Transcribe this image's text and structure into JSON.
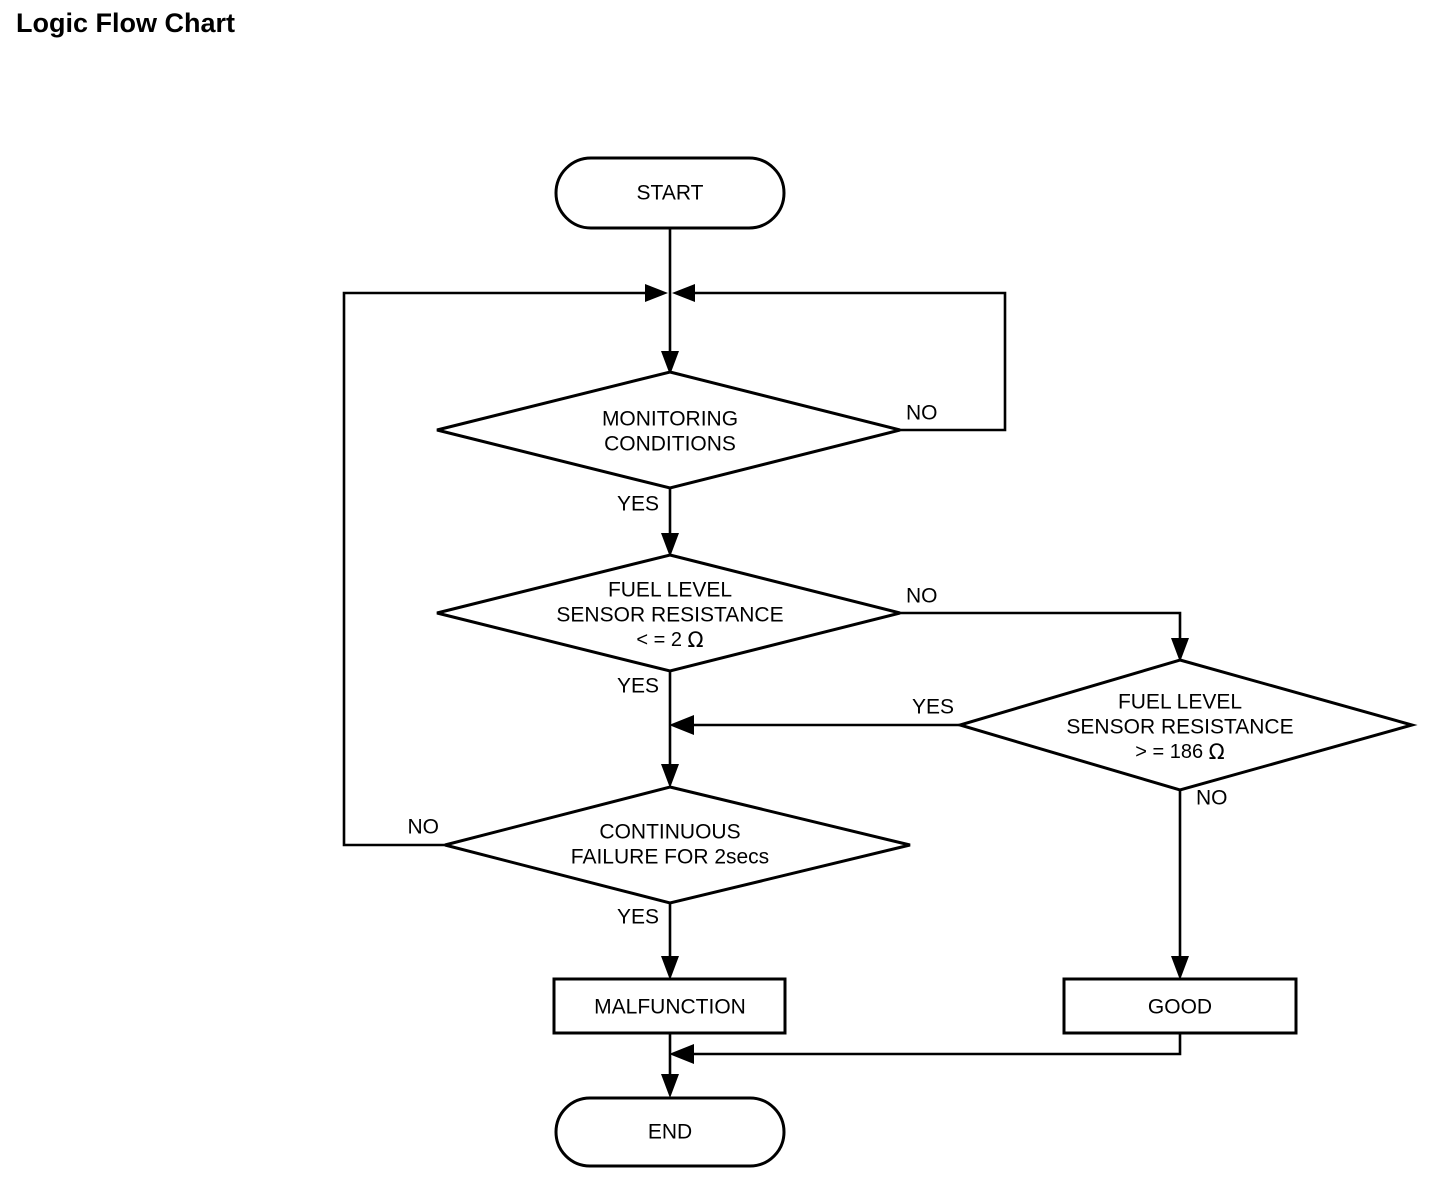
{
  "page": {
    "title": "Logic Flow Chart",
    "background_color": "#ffffff",
    "line_color": "#000000"
  },
  "nodes": {
    "start": {
      "label": "START",
      "shape": "terminator"
    },
    "monitoring": {
      "line1": "MONITORING",
      "line2": "CONDITIONS",
      "shape": "decision"
    },
    "resistance_low": {
      "line1": "FUEL LEVEL",
      "line2": "SENSOR RESISTANCE",
      "line3": "< = 2 ",
      "unit": "Ω",
      "shape": "decision"
    },
    "resistance_high": {
      "line1": "FUEL LEVEL",
      "line2": "SENSOR RESISTANCE",
      "line3": "> = 186 ",
      "unit": "Ω",
      "shape": "decision"
    },
    "continuous_failure": {
      "line1": "CONTINUOUS",
      "line2": "FAILURE FOR 2secs",
      "shape": "decision"
    },
    "malfunction": {
      "label": "MALFUNCTION",
      "shape": "process"
    },
    "good": {
      "label": "GOOD",
      "shape": "process"
    },
    "end": {
      "label": "END",
      "shape": "terminator"
    }
  },
  "edge_labels": {
    "monitoring_no": "NO",
    "monitoring_yes": "YES",
    "resistance_low_no": "NO",
    "resistance_low_yes": "YES",
    "resistance_high_yes": "YES",
    "resistance_high_no": "NO",
    "continuous_failure_no": "NO",
    "continuous_failure_yes": "YES"
  },
  "chart_data": {
    "type": "flowchart",
    "title": "Logic Flow Chart",
    "nodes": [
      {
        "id": "start",
        "type": "terminator",
        "text": "START"
      },
      {
        "id": "monitoring",
        "type": "decision",
        "text": "MONITORING CONDITIONS"
      },
      {
        "id": "resistance_low",
        "type": "decision",
        "text": "FUEL LEVEL SENSOR RESISTANCE < = 2 Ω"
      },
      {
        "id": "resistance_high",
        "type": "decision",
        "text": "FUEL LEVEL SENSOR RESISTANCE > = 186 Ω"
      },
      {
        "id": "continuous_failure",
        "type": "decision",
        "text": "CONTINUOUS FAILURE FOR 2secs"
      },
      {
        "id": "malfunction",
        "type": "process",
        "text": "MALFUNCTION"
      },
      {
        "id": "good",
        "type": "process",
        "text": "GOOD"
      },
      {
        "id": "end",
        "type": "terminator",
        "text": "END"
      }
    ],
    "edges": [
      {
        "from": "start",
        "to": "monitoring",
        "label": ""
      },
      {
        "from": "monitoring",
        "to": "monitoring",
        "label": "NO"
      },
      {
        "from": "monitoring",
        "to": "resistance_low",
        "label": "YES"
      },
      {
        "from": "resistance_low",
        "to": "resistance_high",
        "label": "NO"
      },
      {
        "from": "resistance_low",
        "to": "continuous_failure",
        "label": "YES"
      },
      {
        "from": "resistance_high",
        "to": "continuous_failure",
        "label": "YES"
      },
      {
        "from": "resistance_high",
        "to": "good",
        "label": "NO"
      },
      {
        "from": "continuous_failure",
        "to": "monitoring",
        "label": "NO"
      },
      {
        "from": "continuous_failure",
        "to": "malfunction",
        "label": "YES"
      },
      {
        "from": "malfunction",
        "to": "end",
        "label": ""
      },
      {
        "from": "good",
        "to": "end",
        "label": ""
      }
    ]
  }
}
